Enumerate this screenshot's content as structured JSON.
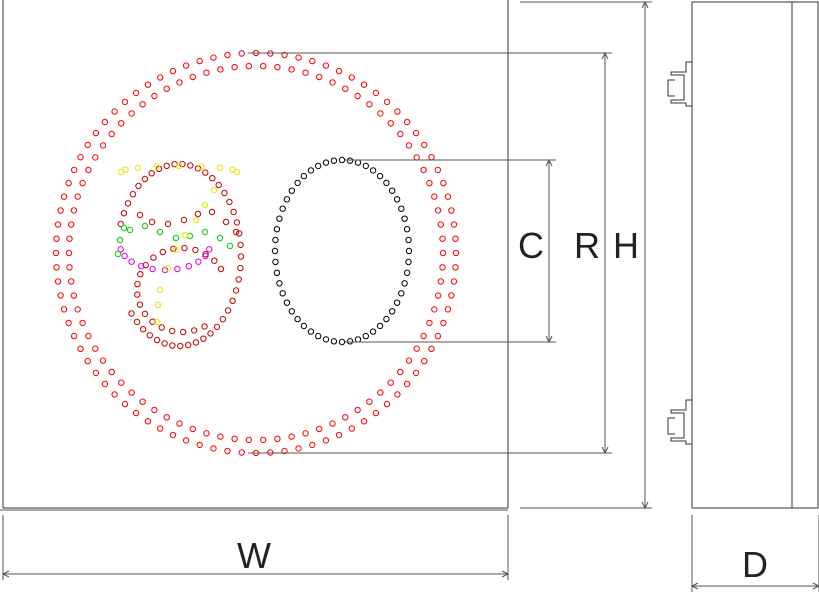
{
  "labels": {
    "C": "C",
    "R": "R",
    "H": "H",
    "W": "W",
    "D": "D"
  },
  "colors": {
    "ring": "#ff0000",
    "digit_zero": "#000000",
    "digit_six": "#c80000",
    "yellow": "#e8e800",
    "green": "#00cc00",
    "magenta": "#e000e0",
    "outline": "#333333"
  },
  "icons": [
    "wall-mount-bracket-icon"
  ]
}
